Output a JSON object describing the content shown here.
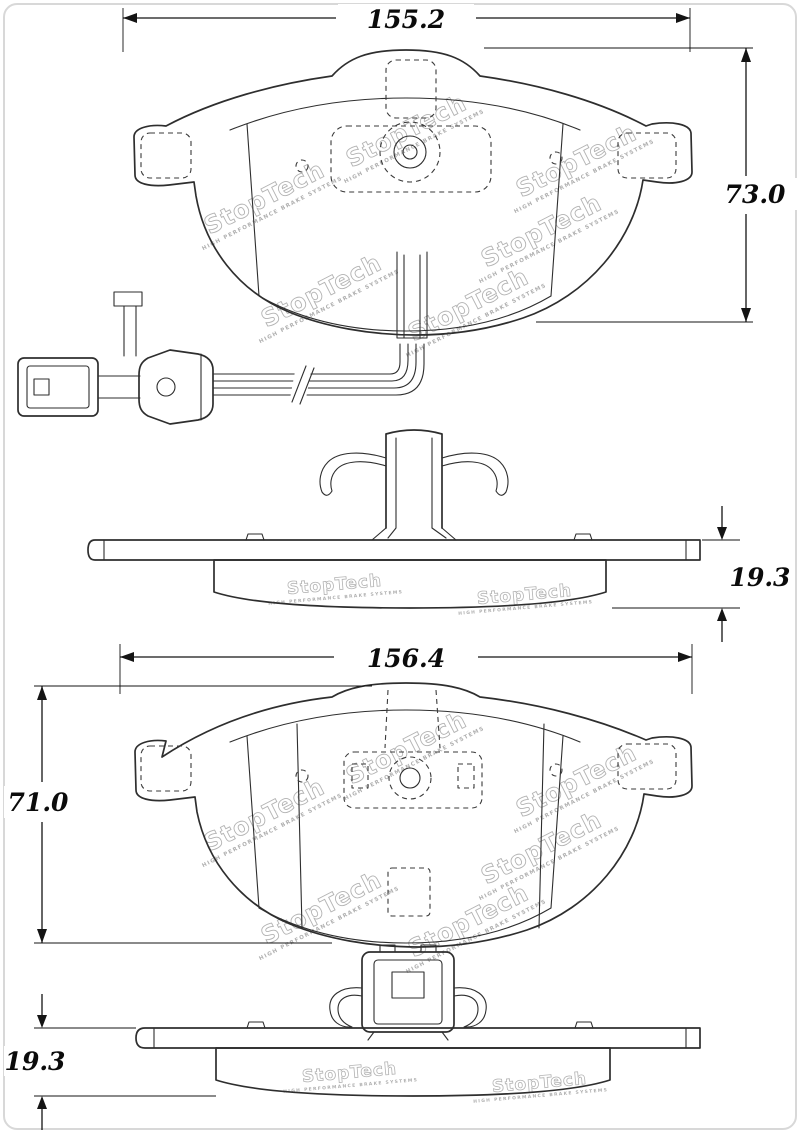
{
  "watermark": {
    "logo": "StopTech",
    "tagline": "HIGH PERFORMANCE BRAKE SYSTEMS"
  },
  "dims": {
    "pad1_width": "155.2",
    "pad1_height": "73.0",
    "pad1_thickness": "19.3",
    "pad2_width": "156.4",
    "pad2_height": "71.0",
    "pad2_thickness": "19.3"
  }
}
